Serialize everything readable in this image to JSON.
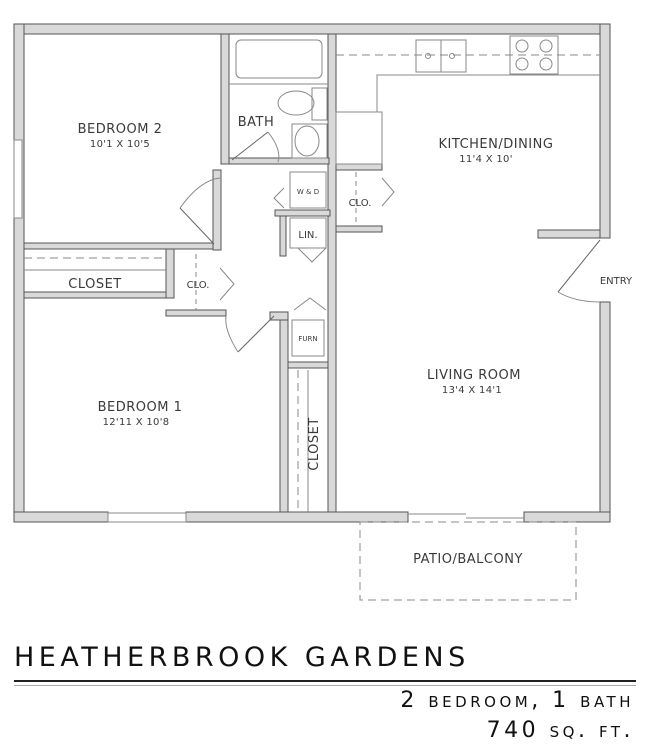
{
  "plan": {
    "rooms": {
      "bedroom2": {
        "label": "BEDROOM 2",
        "dim": "10'1 X 10'5"
      },
      "bath": {
        "label": "BATH"
      },
      "kitchen": {
        "label": "KITCHEN/DINING",
        "dim": "11'4 X 10'"
      },
      "closet_top": {
        "label": "CLOSET"
      },
      "clo_left": {
        "label": "CLO."
      },
      "clo_right": {
        "label": "CLO."
      },
      "wd": {
        "label": "W & D"
      },
      "lin": {
        "label": "LIN."
      },
      "furn": {
        "label": "FURN"
      },
      "entry": {
        "label": "ENTRY"
      },
      "bedroom1": {
        "label": "BEDROOM 1",
        "dim": "12'11 X 10'8"
      },
      "closet_side": {
        "label": "CLOSET"
      },
      "living": {
        "label": "LIVING ROOM",
        "dim": "13'4 X 14'1"
      },
      "patio": {
        "label": "PATIO/BALCONY"
      }
    },
    "colors": {
      "wall_fill": "#d9d9d9",
      "wall_edge": "#555555",
      "line": "#888888"
    }
  },
  "title_block": {
    "name": "HEATHERBROOK GARDENS",
    "layout": "2 bedroom, 1 bath",
    "area": "740 sq. ft."
  }
}
